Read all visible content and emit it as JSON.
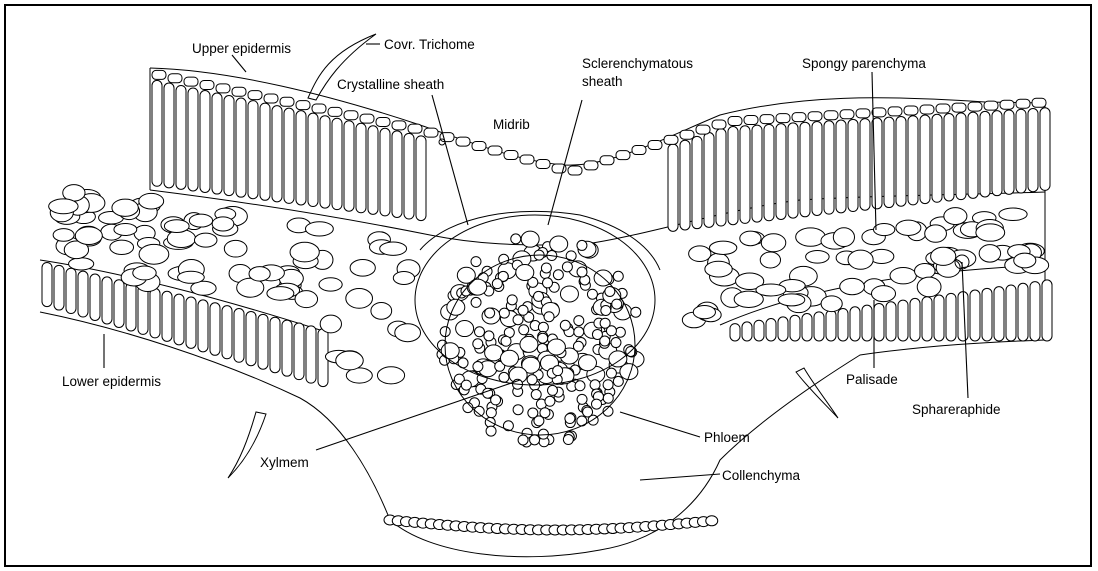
{
  "figure": {
    "labels": {
      "upper_epidermis": "Upper epidermis",
      "covr_trichome": "Covr. Trichome",
      "crystalline_sheath": "Crystalline sheath",
      "sclerenchymatous_sheath_1": "Sclerenchymatous",
      "sclerenchymatous_sheath_2": "sheath",
      "midrib": "Midrib",
      "spongy_parenchyma": "Spongy parenchyma",
      "lower_epidermis": "Lower epidermis",
      "palisade": "Palisade",
      "sphareraphide": "Sphareraphide",
      "phloem": "Phloem",
      "xylmem": "Xylmem",
      "collenchyma": "Collenchyma"
    }
  }
}
